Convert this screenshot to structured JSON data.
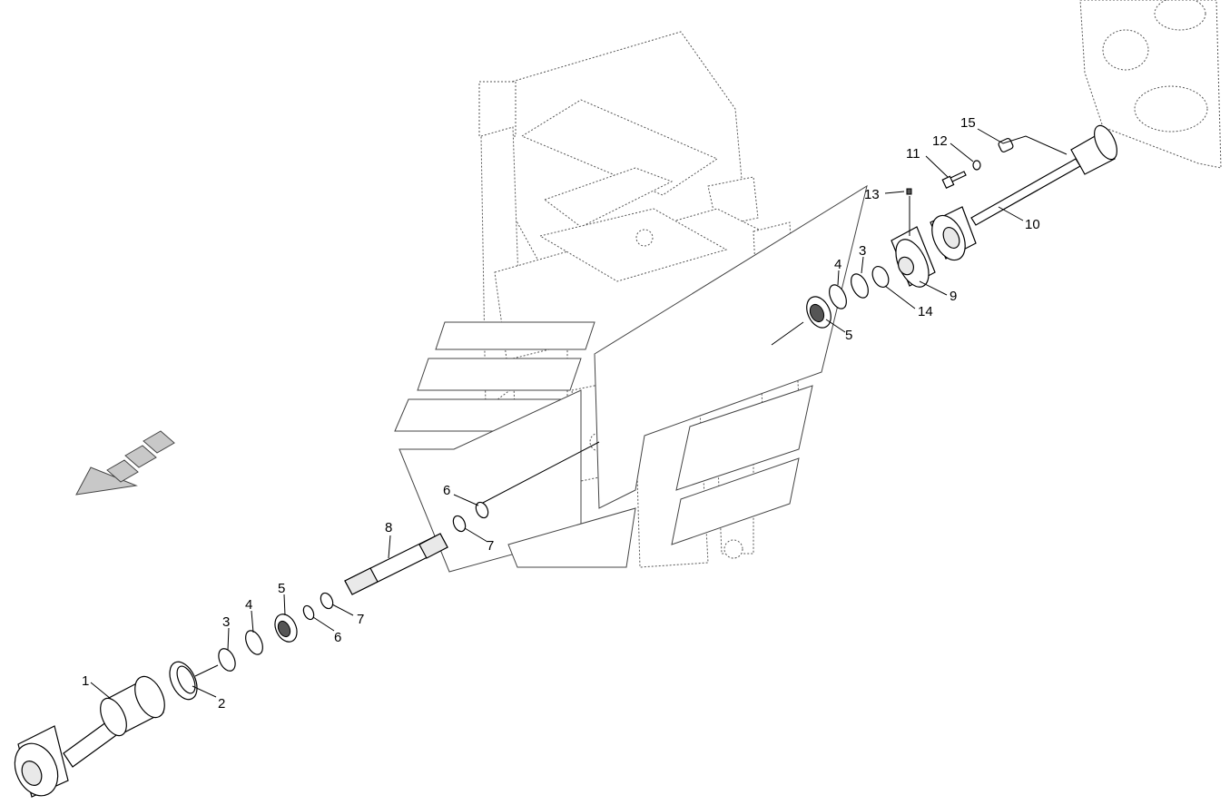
{
  "callouts": [
    {
      "id": "c1",
      "text": "1"
    },
    {
      "id": "c2",
      "text": "2"
    },
    {
      "id": "c3a",
      "text": "3"
    },
    {
      "id": "c4a",
      "text": "4"
    },
    {
      "id": "c5a",
      "text": "5"
    },
    {
      "id": "c6a",
      "text": "6"
    },
    {
      "id": "c7a",
      "text": "7"
    },
    {
      "id": "c8",
      "text": "8"
    },
    {
      "id": "c6b",
      "text": "6"
    },
    {
      "id": "c7b",
      "text": "7"
    },
    {
      "id": "c5b",
      "text": "5"
    },
    {
      "id": "c4b",
      "text": "4"
    },
    {
      "id": "c3b",
      "text": "3"
    },
    {
      "id": "c14",
      "text": "14"
    },
    {
      "id": "c9",
      "text": "9"
    },
    {
      "id": "c13",
      "text": "13"
    },
    {
      "id": "c10",
      "text": "10"
    },
    {
      "id": "c11",
      "text": "11"
    },
    {
      "id": "c12",
      "text": "12"
    },
    {
      "id": "c15",
      "text": "15"
    }
  ],
  "colors": {
    "line": "#000000",
    "frame": "#555555",
    "arrow_fill": "#c8c8c8",
    "background": "#ffffff"
  },
  "icons": {
    "direction": "direction-arrow-icon"
  }
}
